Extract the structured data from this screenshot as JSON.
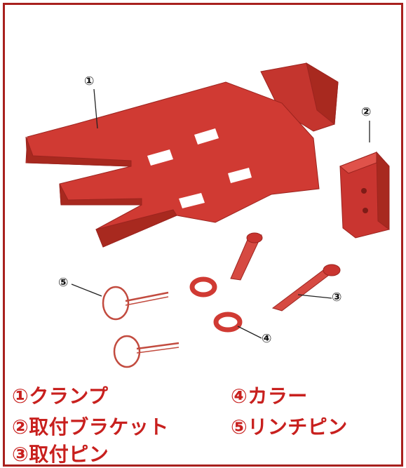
{
  "callouts": {
    "c1": "①",
    "c2": "②",
    "c3": "③",
    "c4": "④",
    "c5": "⑤"
  },
  "legend": {
    "item1": "①クランプ",
    "item2": "②取付ブラケット",
    "item3": "③取付ピン",
    "item4": "④カラー",
    "item5": "⑤リンチピン"
  },
  "colors": {
    "frame": "#a8201e",
    "part_red": "#d03a33",
    "legend_text": "#c8201e"
  }
}
